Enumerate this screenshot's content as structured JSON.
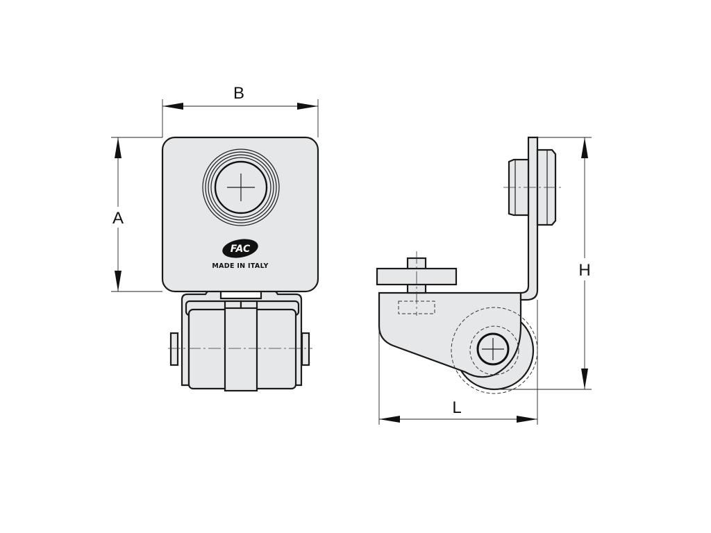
{
  "drawing": {
    "front_view": {
      "dimension_width": "B",
      "dimension_height": "A",
      "logo_text": "FAC",
      "marking": "MADE IN ITALY"
    },
    "side_view": {
      "dimension_height": "H",
      "dimension_length": "L"
    },
    "colors": {
      "part_fill": "#e6e7e8",
      "line": "#1a1a1a"
    }
  }
}
